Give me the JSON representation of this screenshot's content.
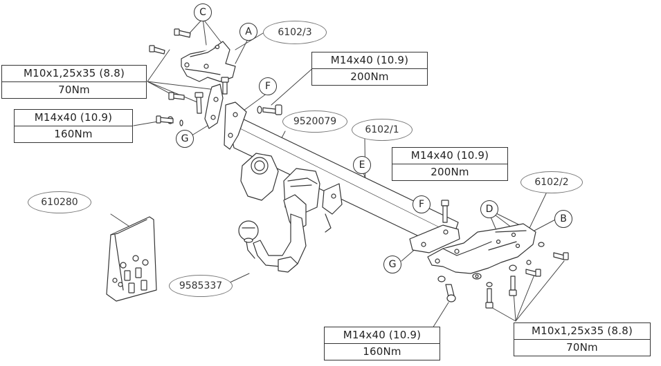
{
  "specs": {
    "top_left_bolt": {
      "size": "M10x1,25x35 (8.8)",
      "torque": "70Nm"
    },
    "left_bolt": {
      "size": "M14x40 (10.9)",
      "torque": "160Nm"
    },
    "top_center_bolt": {
      "size": "M14x40 (10.9)",
      "torque": "200Nm"
    },
    "right_upper_bolt": {
      "size": "M14x40 (10.9)",
      "torque": "200Nm"
    },
    "bottom_center_bolt": {
      "size": "M14x40 (10.9)",
      "torque": "160Nm"
    },
    "bottom_right_bolt": {
      "size": "M10x1,25x35 (8.8)",
      "torque": "70Nm"
    }
  },
  "part_numbers": {
    "left_bracket": "6102/3",
    "crossbar": "6102/1",
    "right_bracket": "6102/2",
    "socket": "9520079",
    "ball": "9585337",
    "electrical_kit": "610280"
  },
  "callouts": {
    "c": "C",
    "a": "A",
    "f_top": "F",
    "g_left": "G",
    "e": "E",
    "f_right": "F",
    "d": "D",
    "b": "B",
    "g_right": "G"
  }
}
